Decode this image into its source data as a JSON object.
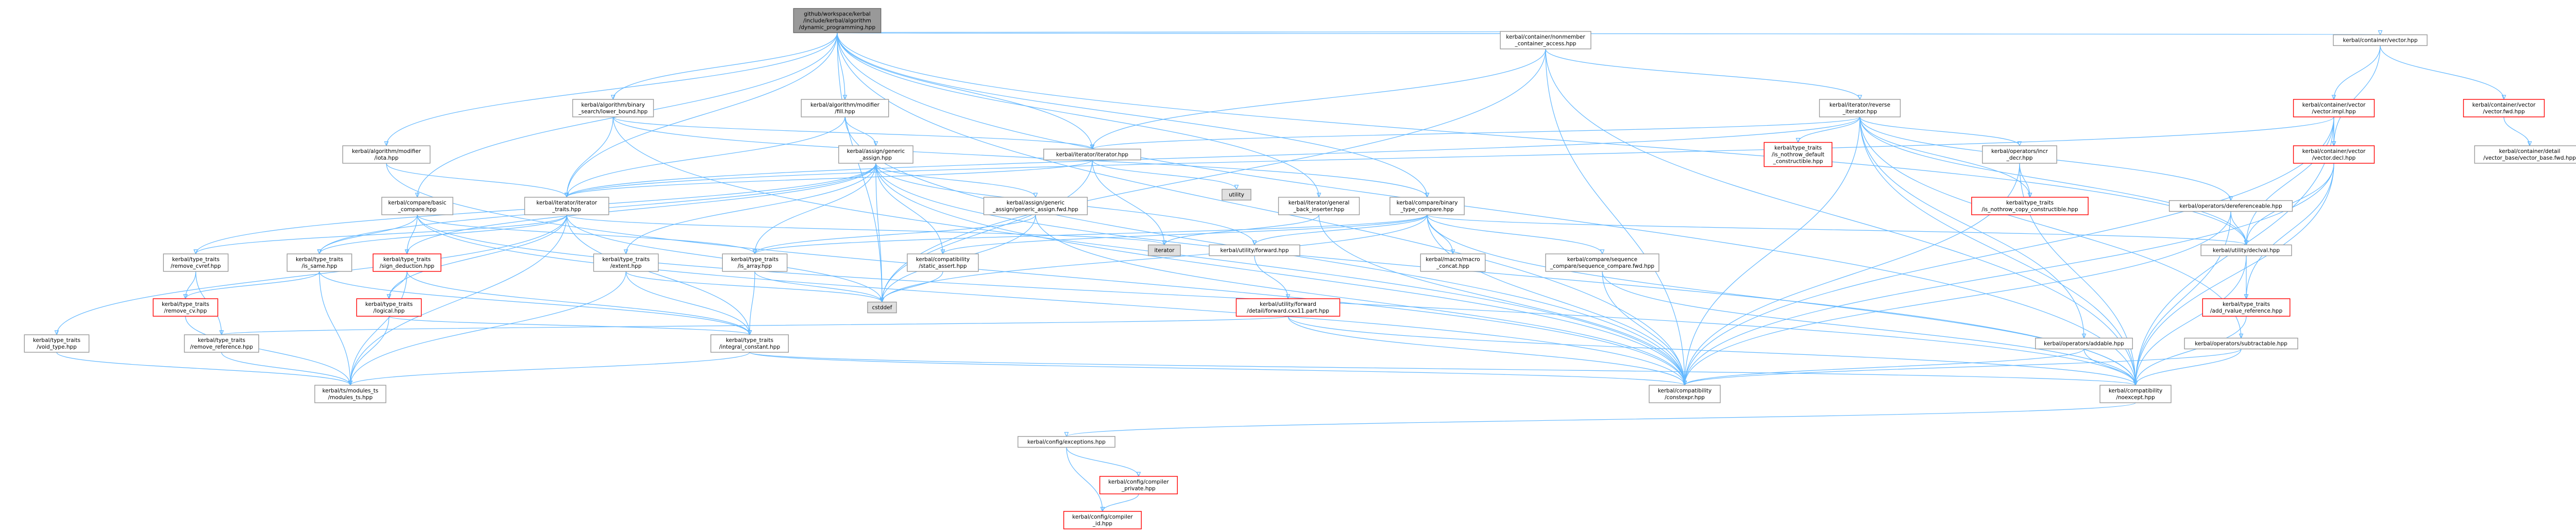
{
  "colors": {
    "edge": "#63B8FF",
    "node_fill": "#FFFFFF",
    "node_border": "#999999",
    "root_fill": "#999999",
    "root_border": "#666666",
    "red_border": "#FF0000",
    "grey_fill": "#E0E0E0",
    "text": "#000000"
  },
  "graph": {
    "nodes": [
      {
        "id": "root",
        "lines": [
          "github/workspace/kerbal",
          "/include/kerbal/algorithm",
          "/dynamic_programming.hpp"
        ],
        "kind": "root"
      },
      {
        "id": "container_nonmember",
        "lines": [
          "kerbal/container/nonmember",
          "_container_access.hpp"
        ],
        "kind": "normal"
      },
      {
        "id": "container_vector",
        "lines": [
          "kerbal/container/vector.hpp"
        ],
        "kind": "normal"
      },
      {
        "id": "binary_search",
        "lines": [
          "kerbal/algorithm/binary",
          "_search/lower_bound.hpp"
        ],
        "kind": "normal"
      },
      {
        "id": "modifier_fill",
        "lines": [
          "kerbal/algorithm/modifier",
          "/fill.hpp"
        ],
        "kind": "normal"
      },
      {
        "id": "reverse_iterator",
        "lines": [
          "kerbal/iterator/reverse",
          "_iterator.hpp"
        ],
        "kind": "normal"
      },
      {
        "id": "vector_impl",
        "lines": [
          "kerbal/container/vector",
          "/vector.impl.hpp"
        ],
        "kind": "red"
      },
      {
        "id": "vector_fwd",
        "lines": [
          "kerbal/container/vector",
          "/vector.fwd.hpp"
        ],
        "kind": "red"
      },
      {
        "id": "vector_base",
        "lines": [
          "kerbal/container/detail",
          "/vector_base/vector_base.fwd.hpp"
        ],
        "kind": "normal"
      },
      {
        "id": "modifier_iota",
        "lines": [
          "kerbal/algorithm/modifier",
          "/iota.hpp"
        ],
        "kind": "normal"
      },
      {
        "id": "assign_generic",
        "lines": [
          "kerbal/assign/generic",
          "_assign.hpp"
        ],
        "kind": "normal"
      },
      {
        "id": "iterator_hpp",
        "lines": [
          "kerbal/iterator/iterator.hpp"
        ],
        "kind": "normal"
      },
      {
        "id": "nothrow_default",
        "lines": [
          "kerbal/type_traits",
          "/is_nothrow_default",
          "_constructible.hpp"
        ],
        "kind": "red"
      },
      {
        "id": "operators_incr",
        "lines": [
          "kerbal/operators/incr",
          "_decr.hpp"
        ],
        "kind": "normal"
      },
      {
        "id": "vector_decl",
        "lines": [
          "kerbal/container/vector",
          "/vector.decl.hpp"
        ],
        "kind": "red"
      },
      {
        "id": "iterator_traits",
        "lines": [
          "kerbal/iterator/iterator",
          "_traits.hpp"
        ],
        "kind": "normal"
      },
      {
        "id": "compare_basic",
        "lines": [
          "kerbal/compare/basic",
          "_compare.hpp"
        ],
        "kind": "normal"
      },
      {
        "id": "generic_assign_fwd",
        "lines": [
          "kerbal/assign/generic",
          "_assign/generic_assign.fwd.hpp"
        ],
        "kind": "normal"
      },
      {
        "id": "utility",
        "lines": [
          "utility"
        ],
        "kind": "grey"
      },
      {
        "id": "general_back_inserter",
        "lines": [
          "kerbal/iterator/general",
          "_back_inserter.hpp"
        ],
        "kind": "normal"
      },
      {
        "id": "compare_binary",
        "lines": [
          "kerbal/compare/binary",
          "_type_compare.hpp"
        ],
        "kind": "normal"
      },
      {
        "id": "nothrow_copy",
        "lines": [
          "kerbal/type_traits",
          "/is_nothrow_copy_constructible.hpp"
        ],
        "kind": "red"
      },
      {
        "id": "dereferenceable",
        "lines": [
          "kerbal/operators/dereferenceable.hpp"
        ],
        "kind": "normal"
      },
      {
        "id": "remove_cvref",
        "lines": [
          "kerbal/type_traits",
          "/remove_cvref.hpp"
        ],
        "kind": "normal"
      },
      {
        "id": "is_same",
        "lines": [
          "kerbal/type_traits",
          "/is_same.hpp"
        ],
        "kind": "normal"
      },
      {
        "id": "sign_deduction",
        "lines": [
          "kerbal/type_traits",
          "/sign_deduction.hpp"
        ],
        "kind": "red"
      },
      {
        "id": "extent",
        "lines": [
          "kerbal/type_traits",
          "/extent.hpp"
        ],
        "kind": "normal"
      },
      {
        "id": "is_array",
        "lines": [
          "kerbal/type_traits",
          "/is_array.hpp"
        ],
        "kind": "normal"
      },
      {
        "id": "static_assert",
        "lines": [
          "kerbal/compatibility",
          "/static_assert.hpp"
        ],
        "kind": "normal"
      },
      {
        "id": "iterator_std",
        "lines": [
          "iterator"
        ],
        "kind": "grey"
      },
      {
        "id": "utility_forward",
        "lines": [
          "kerbal/utility/forward.hpp"
        ],
        "kind": "normal"
      },
      {
        "id": "macro_concat",
        "lines": [
          "kerbal/macro/macro",
          "_concat.hpp"
        ],
        "kind": "normal"
      },
      {
        "id": "sequence_compare",
        "lines": [
          "kerbal/compare/sequence",
          "_compare/sequence_compare.fwd.hpp"
        ],
        "kind": "normal"
      },
      {
        "id": "declval",
        "lines": [
          "kerbal/utility/declval.hpp"
        ],
        "kind": "normal"
      },
      {
        "id": "remove_cv",
        "lines": [
          "kerbal/type_traits",
          "/remove_cv.hpp"
        ],
        "kind": "red"
      },
      {
        "id": "logical",
        "lines": [
          "kerbal/type_traits",
          "/logical.hpp"
        ],
        "kind": "red"
      },
      {
        "id": "cstddef",
        "lines": [
          "cstddef"
        ],
        "kind": "grey"
      },
      {
        "id": "forward_cxx11",
        "lines": [
          "kerbal/utility/forward",
          "/detail/forward.cxx11.part.hpp"
        ],
        "kind": "red"
      },
      {
        "id": "add_rvalue",
        "lines": [
          "kerbal/type_traits",
          "/add_rvalue_reference.hpp"
        ],
        "kind": "red"
      },
      {
        "id": "void_type",
        "lines": [
          "kerbal/type_traits",
          "/void_type.hpp"
        ],
        "kind": "normal"
      },
      {
        "id": "remove_reference",
        "lines": [
          "kerbal/type_traits",
          "/remove_reference.hpp"
        ],
        "kind": "normal"
      },
      {
        "id": "integral_constant",
        "lines": [
          "kerbal/type_traits",
          "/integral_constant.hpp"
        ],
        "kind": "normal"
      },
      {
        "id": "subtractable",
        "lines": [
          "kerbal/operators/subtractable.hpp"
        ],
        "kind": "normal"
      },
      {
        "id": "addable",
        "lines": [
          "kerbal/operators/addable.hpp"
        ],
        "kind": "normal"
      },
      {
        "id": "modules_ts",
        "lines": [
          "kerbal/ts/modules_ts",
          "/modules_ts.hpp"
        ],
        "kind": "normal"
      },
      {
        "id": "constexpr",
        "lines": [
          "kerbal/compatibility",
          "/constexpr.hpp"
        ],
        "kind": "normal"
      },
      {
        "id": "noexcept",
        "lines": [
          "kerbal/compatibility",
          "/noexcept.hpp"
        ],
        "kind": "normal"
      },
      {
        "id": "config_exceptions",
        "lines": [
          "kerbal/config/exceptions.hpp"
        ],
        "kind": "normal"
      },
      {
        "id": "compiler_private",
        "lines": [
          "kerbal/config/compiler",
          "_private.hpp"
        ],
        "kind": "red"
      },
      {
        "id": "compiler_id",
        "lines": [
          "kerbal/config/compiler",
          "_id.hpp"
        ],
        "kind": "red"
      }
    ],
    "edges": [
      [
        "root",
        "container_nonmember"
      ],
      [
        "root",
        "container_vector"
      ],
      [
        "root",
        "binary_search"
      ],
      [
        "root",
        "modifier_fill"
      ],
      [
        "root",
        "modifier_iota"
      ],
      [
        "root",
        "iterator_hpp"
      ],
      [
        "root",
        "iterator_traits"
      ],
      [
        "root",
        "compare_basic"
      ],
      [
        "root",
        "general_back_inserter"
      ],
      [
        "root",
        "compare_binary"
      ],
      [
        "root",
        "cstddef"
      ],
      [
        "root",
        "constexpr"
      ],
      [
        "root",
        "noexcept"
      ],
      [
        "root",
        "declval"
      ],
      [
        "container_nonmember",
        "reverse_iterator"
      ],
      [
        "container_nonmember",
        "cstddef"
      ],
      [
        "container_nonmember",
        "constexpr"
      ],
      [
        "container_nonmember",
        "noexcept"
      ],
      [
        "container_nonmember",
        "iterator_hpp"
      ],
      [
        "container_vector",
        "vector_impl"
      ],
      [
        "container_vector",
        "vector_fwd"
      ],
      [
        "container_vector",
        "vector_decl"
      ],
      [
        "vector_fwd",
        "vector_base"
      ],
      [
        "vector_impl",
        "vector_decl"
      ],
      [
        "vector_impl",
        "declval"
      ],
      [
        "vector_impl",
        "constexpr"
      ],
      [
        "vector_impl",
        "noexcept"
      ],
      [
        "vector_impl",
        "iterator_traits"
      ],
      [
        "vector_decl",
        "constexpr"
      ],
      [
        "vector_decl",
        "noexcept"
      ],
      [
        "vector_decl",
        "declval"
      ],
      [
        "vector_decl",
        "add_rvalue"
      ],
      [
        "binary_search",
        "iterator_traits"
      ],
      [
        "binary_search",
        "constexpr"
      ],
      [
        "binary_search",
        "iterator_hpp"
      ],
      [
        "binary_search",
        "compare_binary"
      ],
      [
        "modifier_fill",
        "assign_generic"
      ],
      [
        "modifier_fill",
        "iterator_traits"
      ],
      [
        "modifier_fill",
        "constexpr"
      ],
      [
        "modifier_iota",
        "iterator_traits"
      ],
      [
        "modifier_iota",
        "constexpr"
      ],
      [
        "reverse_iterator",
        "iterator_traits"
      ],
      [
        "reverse_iterator",
        "nothrow_default"
      ],
      [
        "reverse_iterator",
        "operators_incr"
      ],
      [
        "reverse_iterator",
        "nothrow_copy"
      ],
      [
        "reverse_iterator",
        "dereferenceable"
      ],
      [
        "reverse_iterator",
        "subtractable"
      ],
      [
        "reverse_iterator",
        "addable"
      ],
      [
        "reverse_iterator",
        "iterator_hpp"
      ],
      [
        "reverse_iterator",
        "declval"
      ],
      [
        "reverse_iterator",
        "constexpr"
      ],
      [
        "reverse_iterator",
        "noexcept"
      ],
      [
        "operators_incr",
        "nothrow_copy"
      ],
      [
        "operators_incr",
        "constexpr"
      ],
      [
        "operators_incr",
        "noexcept"
      ],
      [
        "assign_generic",
        "generic_assign_fwd"
      ],
      [
        "assign_generic",
        "is_same"
      ],
      [
        "assign_generic",
        "extent"
      ],
      [
        "assign_generic",
        "is_array"
      ],
      [
        "assign_generic",
        "static_assert"
      ],
      [
        "assign_generic",
        "cstddef"
      ],
      [
        "assign_generic",
        "constexpr"
      ],
      [
        "assign_generic",
        "noexcept"
      ],
      [
        "assign_generic",
        "utility_forward"
      ],
      [
        "assign_generic",
        "sign_deduction"
      ],
      [
        "assign_generic",
        "remove_cvref"
      ],
      [
        "iterator_hpp",
        "utility"
      ],
      [
        "iterator_hpp",
        "iterator_std"
      ],
      [
        "iterator_hpp",
        "cstddef"
      ],
      [
        "iterator_hpp",
        "iterator_traits"
      ],
      [
        "iterator_traits",
        "remove_cvref"
      ],
      [
        "iterator_traits",
        "is_same"
      ],
      [
        "iterator_traits",
        "integral_constant"
      ],
      [
        "iterator_traits",
        "void_type"
      ],
      [
        "iterator_traits",
        "iterator_std"
      ],
      [
        "iterator_traits",
        "logical"
      ],
      [
        "iterator_traits",
        "modules_ts"
      ],
      [
        "iterator_traits",
        "cstddef"
      ],
      [
        "compare_basic",
        "is_same"
      ],
      [
        "compare_basic",
        "is_array"
      ],
      [
        "compare_basic",
        "sign_deduction"
      ],
      [
        "compare_basic",
        "constexpr"
      ],
      [
        "compare_basic",
        "noexcept"
      ],
      [
        "generic_assign_fwd",
        "cstddef"
      ],
      [
        "generic_assign_fwd",
        "is_array"
      ],
      [
        "generic_assign_fwd",
        "constexpr"
      ],
      [
        "general_back_inserter",
        "iterator_std"
      ],
      [
        "general_back_inserter",
        "constexpr"
      ],
      [
        "compare_binary",
        "static_assert"
      ],
      [
        "compare_binary",
        "macro_concat"
      ],
      [
        "compare_binary",
        "sequence_compare"
      ],
      [
        "compare_binary",
        "utility_forward"
      ],
      [
        "compare_binary",
        "declval"
      ],
      [
        "compare_binary",
        "cstddef"
      ],
      [
        "compare_binary",
        "constexpr"
      ],
      [
        "compare_binary",
        "noexcept"
      ],
      [
        "compare_binary",
        "is_array"
      ],
      [
        "dereferenceable",
        "declval"
      ],
      [
        "dereferenceable",
        "constexpr"
      ],
      [
        "dereferenceable",
        "noexcept"
      ],
      [
        "remove_cvref",
        "remove_cv"
      ],
      [
        "remove_cvref",
        "remove_reference"
      ],
      [
        "is_same",
        "integral_constant"
      ],
      [
        "is_same",
        "modules_ts"
      ],
      [
        "is_same",
        "remove_cv"
      ],
      [
        "sign_deduction",
        "logical"
      ],
      [
        "sign_deduction",
        "integral_constant"
      ],
      [
        "sign_deduction",
        "modules_ts"
      ],
      [
        "extent",
        "integral_constant"
      ],
      [
        "extent",
        "modules_ts"
      ],
      [
        "extent",
        "cstddef"
      ],
      [
        "is_array",
        "integral_constant"
      ],
      [
        "is_array",
        "cstddef"
      ],
      [
        "static_assert",
        "cstddef"
      ],
      [
        "utility_forward",
        "forward_cxx11"
      ],
      [
        "sequence_compare",
        "constexpr"
      ],
      [
        "sequence_compare",
        "noexcept"
      ],
      [
        "declval",
        "add_rvalue"
      ],
      [
        "declval",
        "noexcept"
      ],
      [
        "remove_cv",
        "modules_ts"
      ],
      [
        "logical",
        "integral_constant"
      ],
      [
        "logical",
        "modules_ts"
      ],
      [
        "forward_cxx11",
        "remove_reference"
      ],
      [
        "forward_cxx11",
        "constexpr"
      ],
      [
        "forward_cxx11",
        "noexcept"
      ],
      [
        "add_rvalue",
        "noexcept"
      ],
      [
        "void_type",
        "modules_ts"
      ],
      [
        "remove_reference",
        "modules_ts"
      ],
      [
        "integral_constant",
        "constexpr"
      ],
      [
        "integral_constant",
        "noexcept"
      ],
      [
        "integral_constant",
        "modules_ts"
      ],
      [
        "subtractable",
        "constexpr"
      ],
      [
        "subtractable",
        "noexcept"
      ],
      [
        "addable",
        "constexpr"
      ],
      [
        "addable",
        "noexcept"
      ],
      [
        "noexcept",
        "config_exceptions"
      ],
      [
        "config_exceptions",
        "compiler_private"
      ],
      [
        "config_exceptions",
        "compiler_id"
      ],
      [
        "compiler_private",
        "compiler_id"
      ]
    ]
  }
}
